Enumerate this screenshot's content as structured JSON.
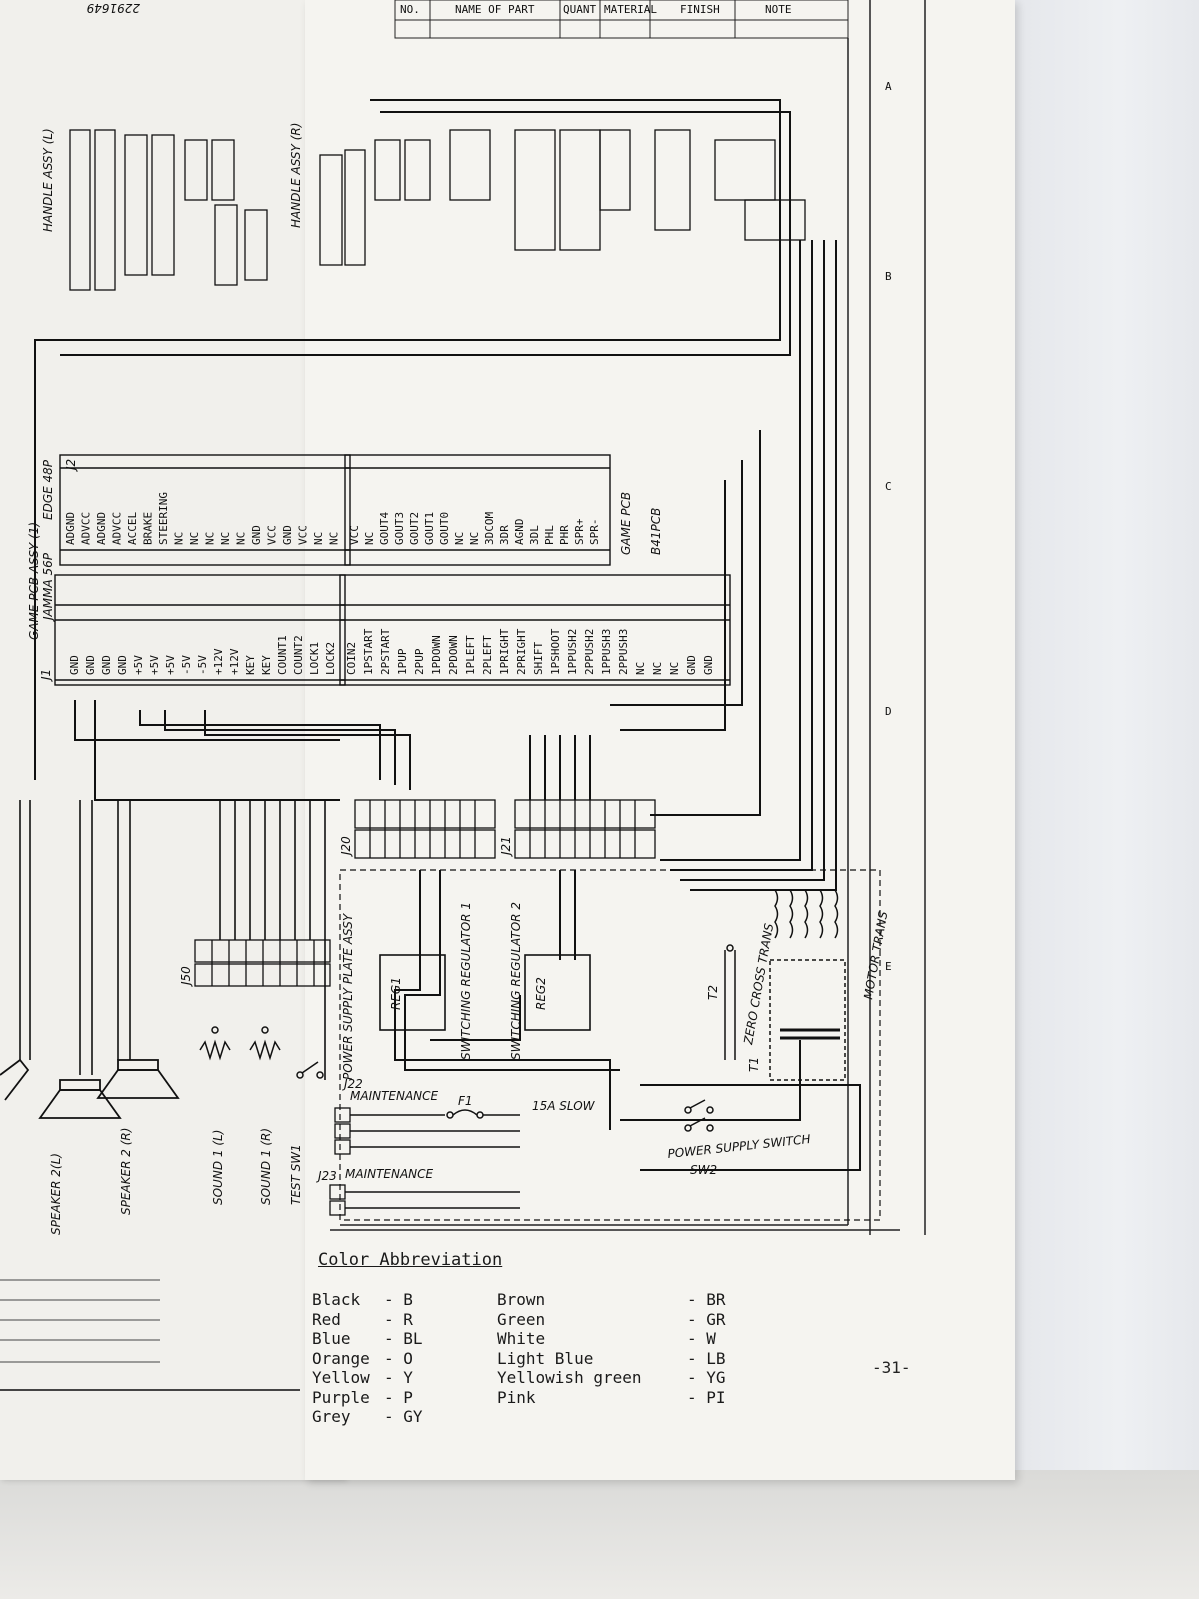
{
  "header": {
    "doc_number": "2291649",
    "columns": [
      "NO.",
      "NAME OF PART",
      "QUANT",
      "MATERIAL",
      "FINISH",
      "NOTE"
    ]
  },
  "grid_letters": [
    "A",
    "B",
    "C",
    "D",
    "E"
  ],
  "labels": {
    "game_pcb_assy": "GAME PCB ASSY (1)",
    "jamma": "JAMMA 56P",
    "edge": "EDGE 48P",
    "handle_l": "HANDLE ASSY (L)",
    "handle_r": "HANDLE ASSY (R)",
    "game_pcb": "GAME PCB",
    "b41": "B41PCB",
    "power_assy": "POWER SUPPLY PLATE ASSY",
    "reg1": "REG1",
    "reg2": "REG2",
    "switching_reg_1": "SWITCHING REGULATOR 1",
    "switching_reg_2": "SWITCHING REGULATOR 2",
    "fuse": "F1",
    "fuse_rating": "15A SLOW",
    "power_switch": "POWER SUPPLY SWITCH",
    "sw2": "SW2",
    "zero_cross": "ZERO CROSS TRANS",
    "motor_trans": "MOTOR TRANS",
    "t1": "T1",
    "t2": "T2",
    "maintenance": "MAINTENANCE",
    "speaker_l": "SPEAKER 2(L)",
    "speaker_r": "SPEAKER 2 (R)",
    "sound_l": "SOUND 1 (L)",
    "sound_r": "SOUND 1 (R)",
    "test_sw": "TEST SW1",
    "j20": "J20",
    "j21": "J21",
    "j22": "J22",
    "j23": "J23",
    "j50": "J50",
    "j1": "J1",
    "j2": "J2"
  },
  "jamma_pins": [
    "GND",
    "GND",
    "GND",
    "GND",
    "+5V",
    "+5V",
    "+5V",
    "-5V",
    "-5V",
    "+12V",
    "+12V",
    "KEY",
    "KEY",
    "COUNT1",
    "COUNT2",
    "LOCK1",
    "LOCK2"
  ],
  "edge_pins": [
    "ADGND",
    "ADVCC",
    "ADGND",
    "ADVCC",
    "ACCEL",
    "BRAKE",
    "STEERING",
    "NC",
    "NC",
    "NC",
    "NC",
    "NC",
    "GND",
    "VCC",
    "GND",
    "VCC",
    "NC",
    "NC"
  ],
  "lower_left_pins": [
    "COIN2",
    "1PSTART",
    "2PSTART",
    "1PUP",
    "2PUP",
    "1PDOWN",
    "2PDOWN",
    "1PLEFT",
    "2PLEFT",
    "1PRIGHT",
    "2PRIGHT",
    "SHIFT",
    "1PSHOOT",
    "1PPUSH2",
    "2PPUSH2",
    "1PPUSH3",
    "2PPUSH3",
    "NC",
    "NC",
    "NC",
    "GND",
    "GND"
  ],
  "lower_right_pins": [
    "VCC",
    "NC",
    "GOUT4",
    "GOUT3",
    "GOUT2",
    "GOUT1",
    "GOUT0",
    "NC",
    "NC",
    "3DCOM",
    "3DR",
    "AGND",
    "3DL",
    "PHL",
    "PHR",
    "SPR+",
    "SPR-"
  ],
  "legend": {
    "title": "Color Abbreviation",
    "left": [
      {
        "name": "Black",
        "code": "B"
      },
      {
        "name": "Red",
        "code": "R"
      },
      {
        "name": "Blue",
        "code": "BL"
      },
      {
        "name": "Orange",
        "code": "O"
      },
      {
        "name": "Yellow",
        "code": "Y"
      },
      {
        "name": "Purple",
        "code": "P"
      },
      {
        "name": "Grey",
        "code": "GY"
      }
    ],
    "right": [
      {
        "name": "Brown",
        "code": "BR"
      },
      {
        "name": "Green",
        "code": "GR"
      },
      {
        "name": "White",
        "code": "W"
      },
      {
        "name": "Light Blue",
        "code": "LB"
      },
      {
        "name": "Yellowish green",
        "code": "YG"
      },
      {
        "name": "Pink",
        "code": "PI"
      }
    ]
  },
  "page_number": "-31-",
  "colors": {
    "ink": "#111111",
    "paper": "#f5f4f0",
    "background": "#e9e7e3"
  }
}
